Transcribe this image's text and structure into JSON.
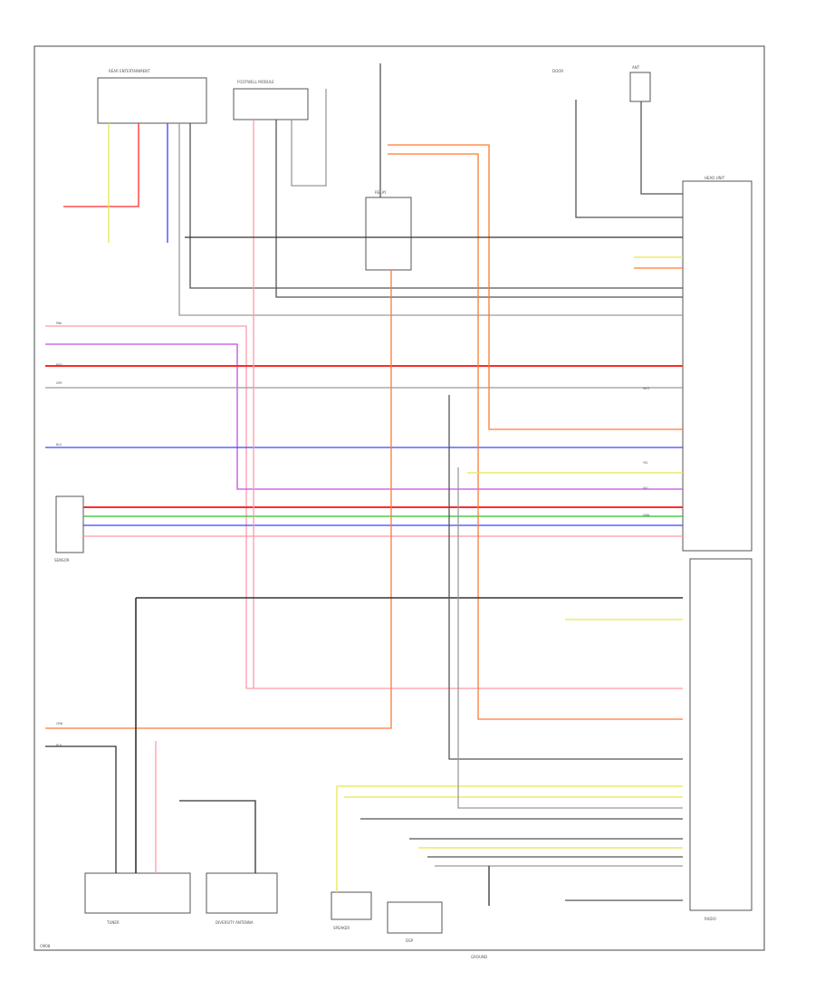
{
  "diagram": {
    "page_label": "CM08",
    "colors": {
      "red": "#ff2a2a",
      "pink": "#ff9aa8",
      "orange": "#ff7a33",
      "purple": "#b04cd8",
      "violet": "#c44fe0",
      "blue": "#3b43ff",
      "green": "#29c229",
      "yellow": "#e8e84a",
      "gray": "#555555",
      "lightgray": "#9a9a9a",
      "black": "#333333"
    },
    "components": {
      "top_left_connector": "REAR ENTERTAINMENT",
      "top_mid_connector": "FOOTWELL MODULE",
      "top_relay": "RELAY",
      "top_right_connector": "DOOR",
      "top_far_right": "ANT",
      "right_module_upper": "HEAD UNIT",
      "right_module_lower": "RADIO",
      "left_small_box": "SENSOR",
      "bottom_box_1": "TUNER",
      "bottom_box_2": "DIVERSITY ANTENNA",
      "bottom_box_3": "SPEAKER",
      "bottom_box_4": "DSP",
      "bottom_ground": "GROUND"
    },
    "wire_labels": {
      "wl_red": "RED",
      "wl_pink": "PNK",
      "wl_orange": "ORN",
      "wl_blue": "BLU",
      "wl_gray": "GRY",
      "wl_yellow": "YEL",
      "wl_green": "GRN",
      "wl_black": "BLK",
      "wl_violet": "VIO",
      "wl_white": "WHT"
    }
  }
}
